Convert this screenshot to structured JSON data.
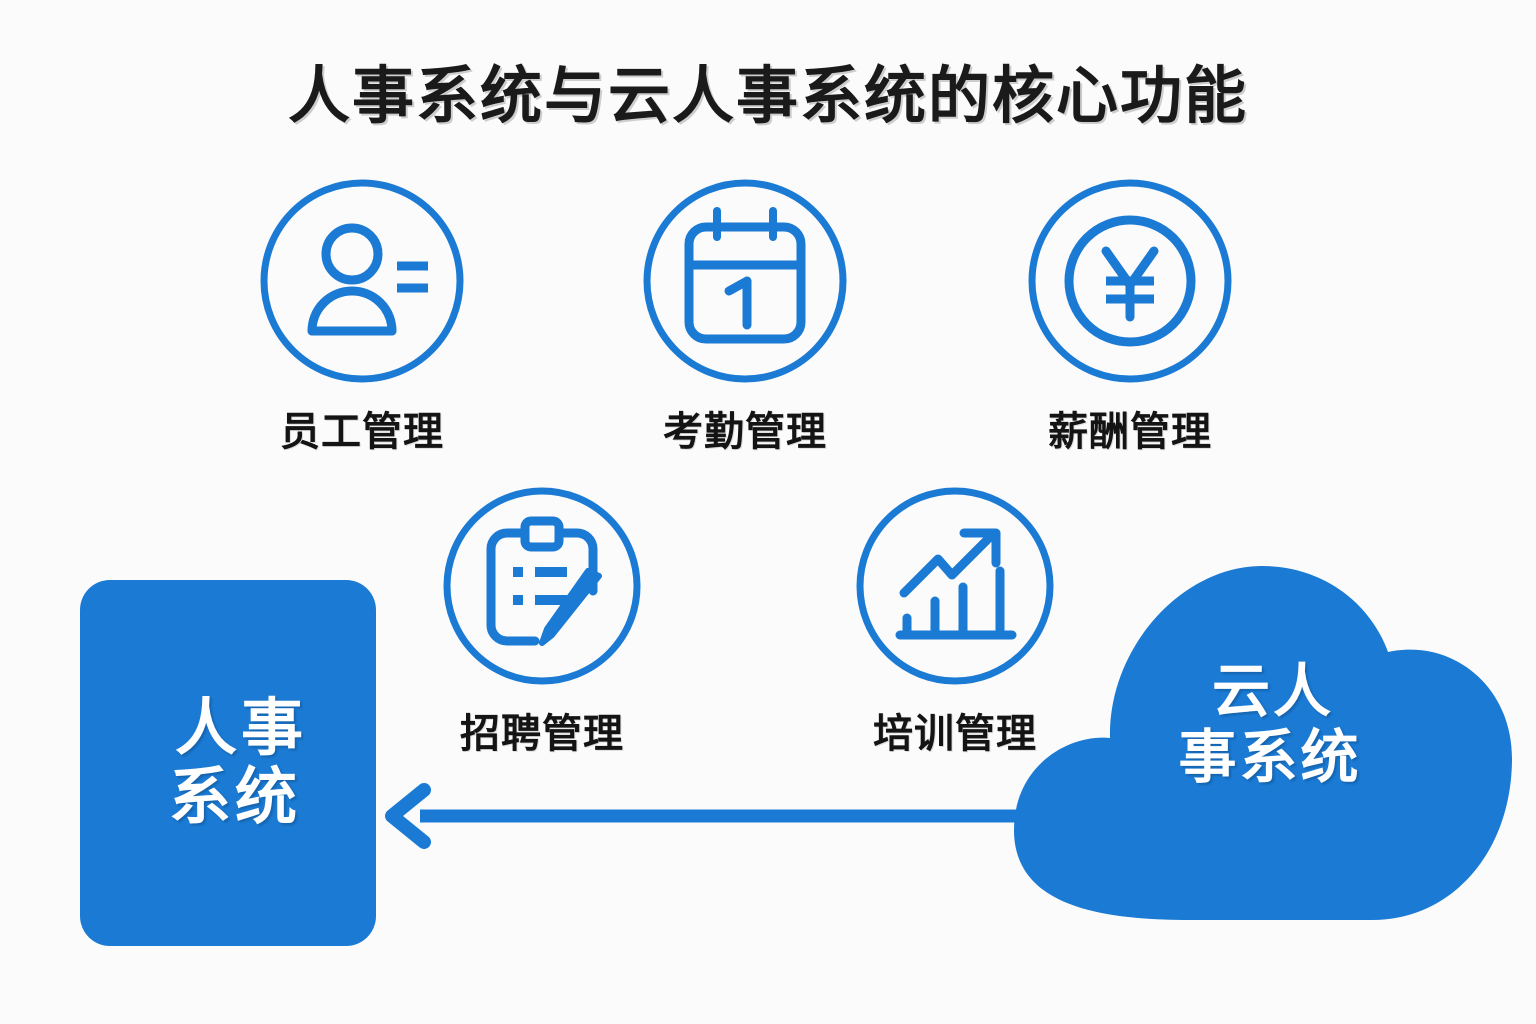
{
  "page": {
    "title": "人事系统与云人事系统的核心功能",
    "background_color": "#fbfbfb",
    "accent_color": "#1a7ad4",
    "text_color": "#141414"
  },
  "features": [
    {
      "label": "员工管理",
      "icon": "user-profile-icon"
    },
    {
      "label": "考勤管理",
      "icon": "calendar-icon"
    },
    {
      "label": "薪酬管理",
      "icon": "yen-coin-icon"
    },
    {
      "label": "招聘管理",
      "icon": "clipboard-pen-icon"
    },
    {
      "label": "培训管理",
      "icon": "growth-chart-icon"
    }
  ],
  "hr_box": {
    "line1": "人事",
    "line2": "系统",
    "color": "#1a7ad4"
  },
  "cloud": {
    "line1": "云人",
    "line2": "事系统",
    "color": "#1a7ad4"
  },
  "arrow": {
    "direction": "left",
    "color": "#1a7ad4",
    "from": "云人事系统",
    "to": "人事系统"
  }
}
